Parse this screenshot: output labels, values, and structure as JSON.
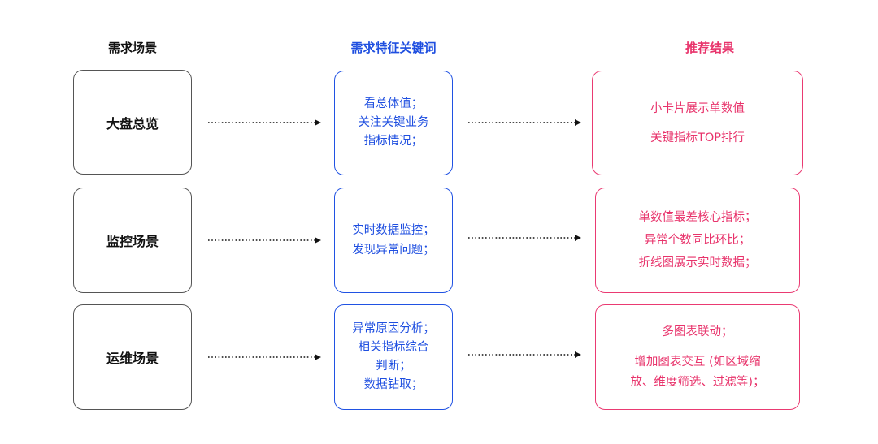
{
  "headers": {
    "scene": "需求场景",
    "keywords": "需求特征关键词",
    "result": "推荐结果"
  },
  "rows": [
    {
      "scene": "大盘总览",
      "keywords": [
        "看总体值；",
        "关注关键业务",
        "指标情况；"
      ],
      "result": [
        "小卡片展示单数值",
        "",
        "关键指标TOP排行"
      ]
    },
    {
      "scene": "监控场景",
      "keywords": [
        "实时数据监控；",
        "发现异常问题；"
      ],
      "result": [
        "单数值最差核心指标；",
        "异常个数同比环比；",
        "折线图展示实时数据；"
      ]
    },
    {
      "scene": "运维场景",
      "keywords": [
        "异常原因分析；",
        "相关指标综合",
        "判断；",
        "数据钻取；"
      ],
      "result": [
        "多图表联动；",
        "",
        "增加图表交互 (如区域缩",
        "放、维度筛选、过滤等)；"
      ]
    }
  ],
  "colors": {
    "scene_border": "#555555",
    "keyword_color": "#1f4fe0",
    "result_color": "#e8336b"
  }
}
